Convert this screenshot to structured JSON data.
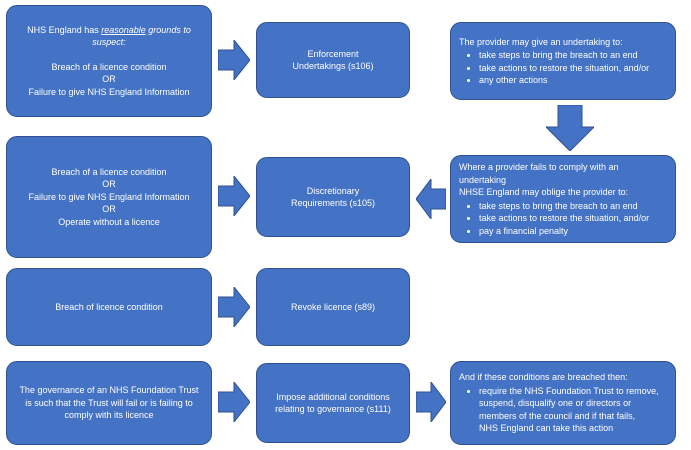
{
  "row1": {
    "left": {
      "intro": "NHS England has",
      "emph": "reasonable",
      "rest_line1": "grounds to",
      "rest_line2": "suspect:",
      "item1": "Breach of a licence condition",
      "or": "OR",
      "item2": "Failure to give NHS England Information"
    },
    "middle": {
      "line1": "Enforcement",
      "line2": "Undertakings (s106)"
    },
    "right": {
      "intro": "The provider may give an undertaking to:",
      "bullets": [
        "take steps to bring the breach to an end",
        "take actions to restore the situation, and/or",
        "any other actions"
      ]
    }
  },
  "row2": {
    "left": {
      "item1": "Breach of a licence condition",
      "or1": "OR",
      "item2": "Failure to give NHS England Information",
      "or2": "OR",
      "item3": "Operate without a licence"
    },
    "middle": {
      "line1": "Discretionary",
      "line2": "Requirements (s105)"
    },
    "right": {
      "intro_line1": "Where a provider fails to comply with an  undertaking",
      "intro_line2": "NHSE England may oblige the provider to:",
      "bullets": [
        "take steps to bring the breach to an end",
        "take actions to restore the situation, and/or",
        "pay a financial penalty"
      ]
    }
  },
  "row3": {
    "left": {
      "text": "Breach of licence condition"
    },
    "middle": {
      "text": "Revoke licence (s89)"
    }
  },
  "row4": {
    "left": {
      "line1": "The governance of an NHS Foundation Trust",
      "line2": "is such that the Trust will fail or is failing to",
      "line3": "comply with its licence"
    },
    "middle": {
      "line1": "Impose additional conditions",
      "line2": "relating to governance (s111)"
    },
    "right": {
      "intro": "And if these conditions are breached then:",
      "bullet_lines": [
        "require the NHS Foundation Trust to  remove,",
        "suspend, disqualify one or directors or",
        "members of the council and if that fails,",
        "NHS England can take this action"
      ]
    }
  },
  "colors": {
    "box_fill": "#4472C4",
    "box_border": "#2F528F",
    "text": "#FFFFFF"
  }
}
